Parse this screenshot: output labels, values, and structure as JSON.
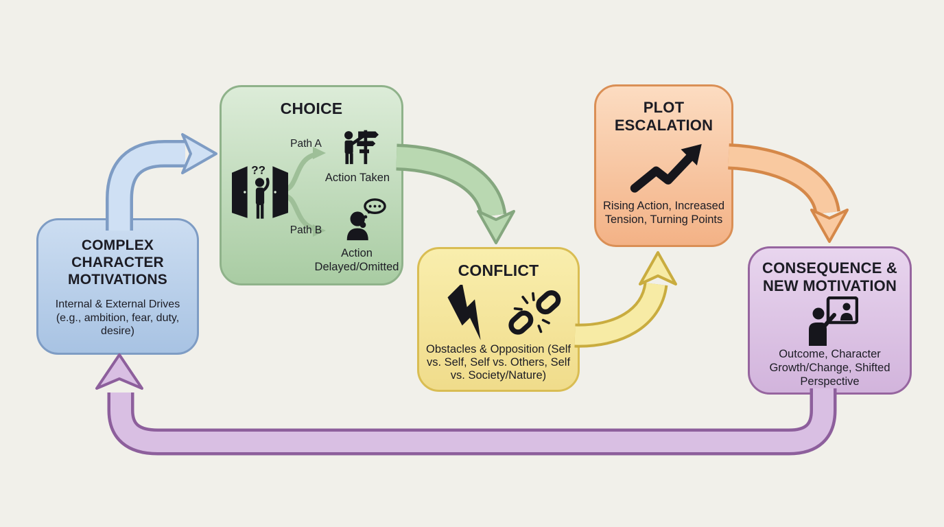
{
  "canvas": {
    "background": "#f1f0ea",
    "text_color": "#1c1c24"
  },
  "nodes": {
    "motivations": {
      "title": "COMPLEX CHARACTER MOTIVATIONS",
      "subtitle": "Internal & External Drives (e.g., ambition, fear, duty, desire)",
      "fill_top": "#ccddf1",
      "fill_bottom": "#a8c3e3",
      "border": "#7e9cc4"
    },
    "choice": {
      "title": "CHOICE",
      "question_marks": "??",
      "path_a": {
        "label": "Path A",
        "result": "Action Taken"
      },
      "path_b": {
        "label": "Path B",
        "result": "Action Delayed/Omitted"
      },
      "fill_top": "#dcecd8",
      "fill_bottom": "#a9cca3",
      "border": "#8fb28a"
    },
    "conflict": {
      "title": "CONFLICT",
      "subtitle": "Obstacles & Opposition (Self vs. Self, Self vs. Others, Self vs. Society/Nature)",
      "fill_top": "#f9eead",
      "fill_bottom": "#f0dc8b",
      "border": "#d9bd53"
    },
    "escalation": {
      "title": "PLOT ESCALATION",
      "subtitle": "Rising Action, Increased Tension, Turning Points",
      "fill_top": "#fcdcc1",
      "fill_bottom": "#f3b286",
      "border": "#da8f55"
    },
    "consequence": {
      "title": "CONSEQUENCE & NEW MOTIVATION",
      "subtitle": "Outcome, Character Growth/Change, Shifted Perspective",
      "fill_top": "#e8d5ee",
      "fill_bottom": "#d2b4dc",
      "border": "#96659f"
    }
  },
  "icons": {
    "choice_dilemma": "person-between-two-doors-icon",
    "choice_taken": "person-at-signpost-icon",
    "choice_delayed": "thinking-person-thought-bubble-icon",
    "conflict_bolt": "lightning-bolt-arrow-icon",
    "conflict_chain": "broken-chain-icon",
    "escalation_trend": "rising-zigzag-arrow-icon",
    "consequence_mirror": "person-facing-mirror-icon",
    "icon_color": "#16161c"
  },
  "arrows": {
    "motivations_to_choice": {
      "fill": "#cfe0f4",
      "outline": "#7e9cc4"
    },
    "choice_to_conflict": {
      "fill": "#b9d8b1",
      "outline": "#85a77f"
    },
    "conflict_to_escalation": {
      "fill": "#f7eba5",
      "outline": "#c9ac3f"
    },
    "escalation_to_consequence": {
      "fill": "#f9c9a0",
      "outline": "#d58849"
    },
    "consequence_to_motivations": {
      "fill": "#d9bfe3",
      "outline": "#8d5f9c"
    },
    "choice_branch_color": "#9ebf98"
  }
}
